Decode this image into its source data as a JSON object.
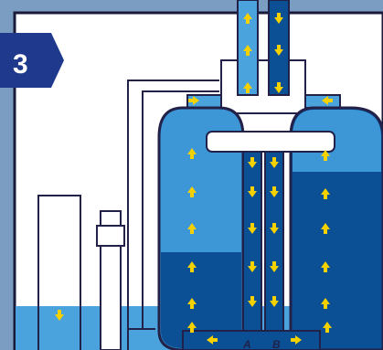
{
  "step": {
    "number": "3",
    "badge_color": "#1f3a8c"
  },
  "colors": {
    "frame": "#7c9dc2",
    "background": "#ffffff",
    "water": "#4aa3dc",
    "light_blue": "#3d97d6",
    "dark_blue": "#0b4f95",
    "outline": "#21214a",
    "arrow": "#f6d100",
    "pipe": "#e6edf3"
  },
  "arrows": {
    "flow": "arrow-icon"
  },
  "labels": {
    "left_port": "A",
    "right_port": "B"
  }
}
